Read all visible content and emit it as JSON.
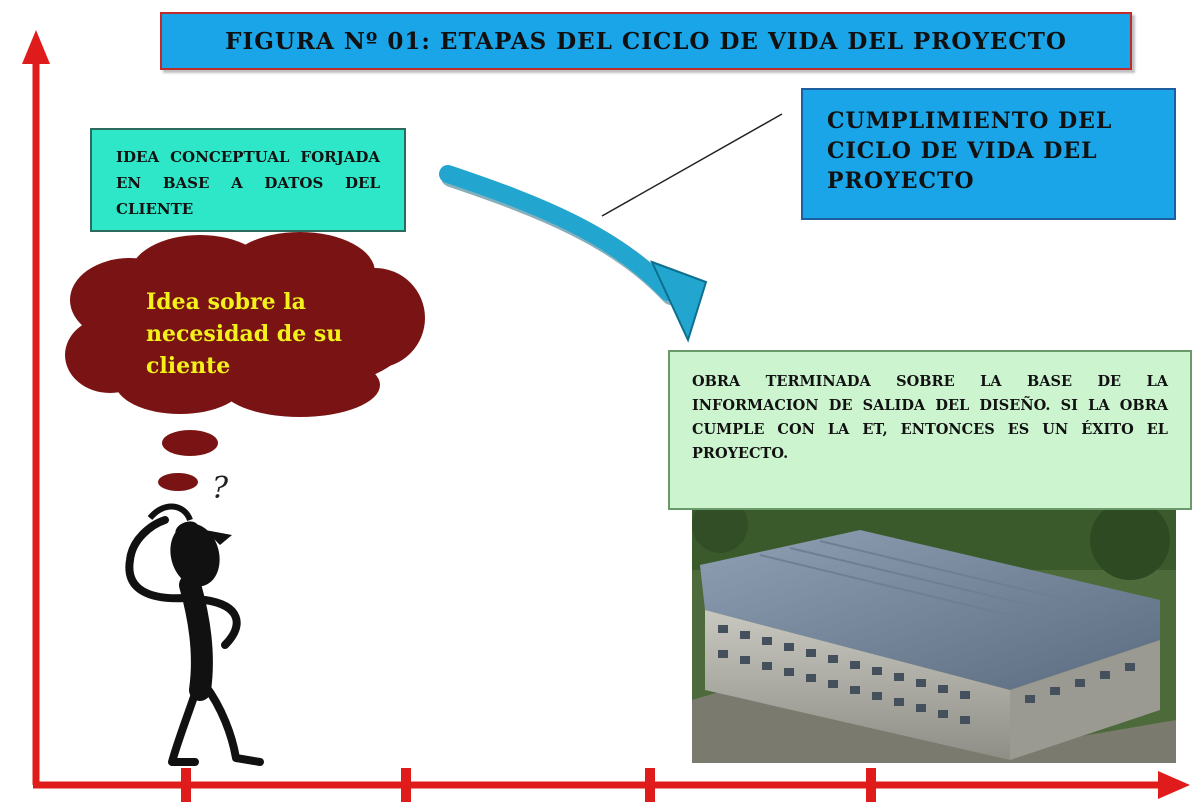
{
  "title": "FIGURA Nº 01: ETAPAS DEL CICLO DE VIDA DEL PROYECTO",
  "idea_box": "IDEA CONCEPTUAL FORJADA EN BASE A DATOS DEL CLIENTE",
  "cumplimiento_box": "CUMPLIMIENTO DEL CICLO DE VIDA DEL PROYECTO",
  "thought_cloud": "Idea sobre la necesidad de su cliente",
  "obra_box": "OBRA TERMINADA SOBRE LA BASE DE LA INFORMACION DE SALIDA DEL DISEÑO. SI LA OBRA CUMPLE CON LA ET, ENTONCES ES UN ÉXITO EL PROYECTO.",
  "question_mark": "?",
  "colors": {
    "axis": "#e01b1b",
    "title_box": "#1aa5e8",
    "idea_box": "#2ee6c8",
    "obra_box": "#ccf5cf",
    "cloud": "#7a1414",
    "cloud_text": "#f2f21a",
    "arrow": "#1f9fc8"
  }
}
